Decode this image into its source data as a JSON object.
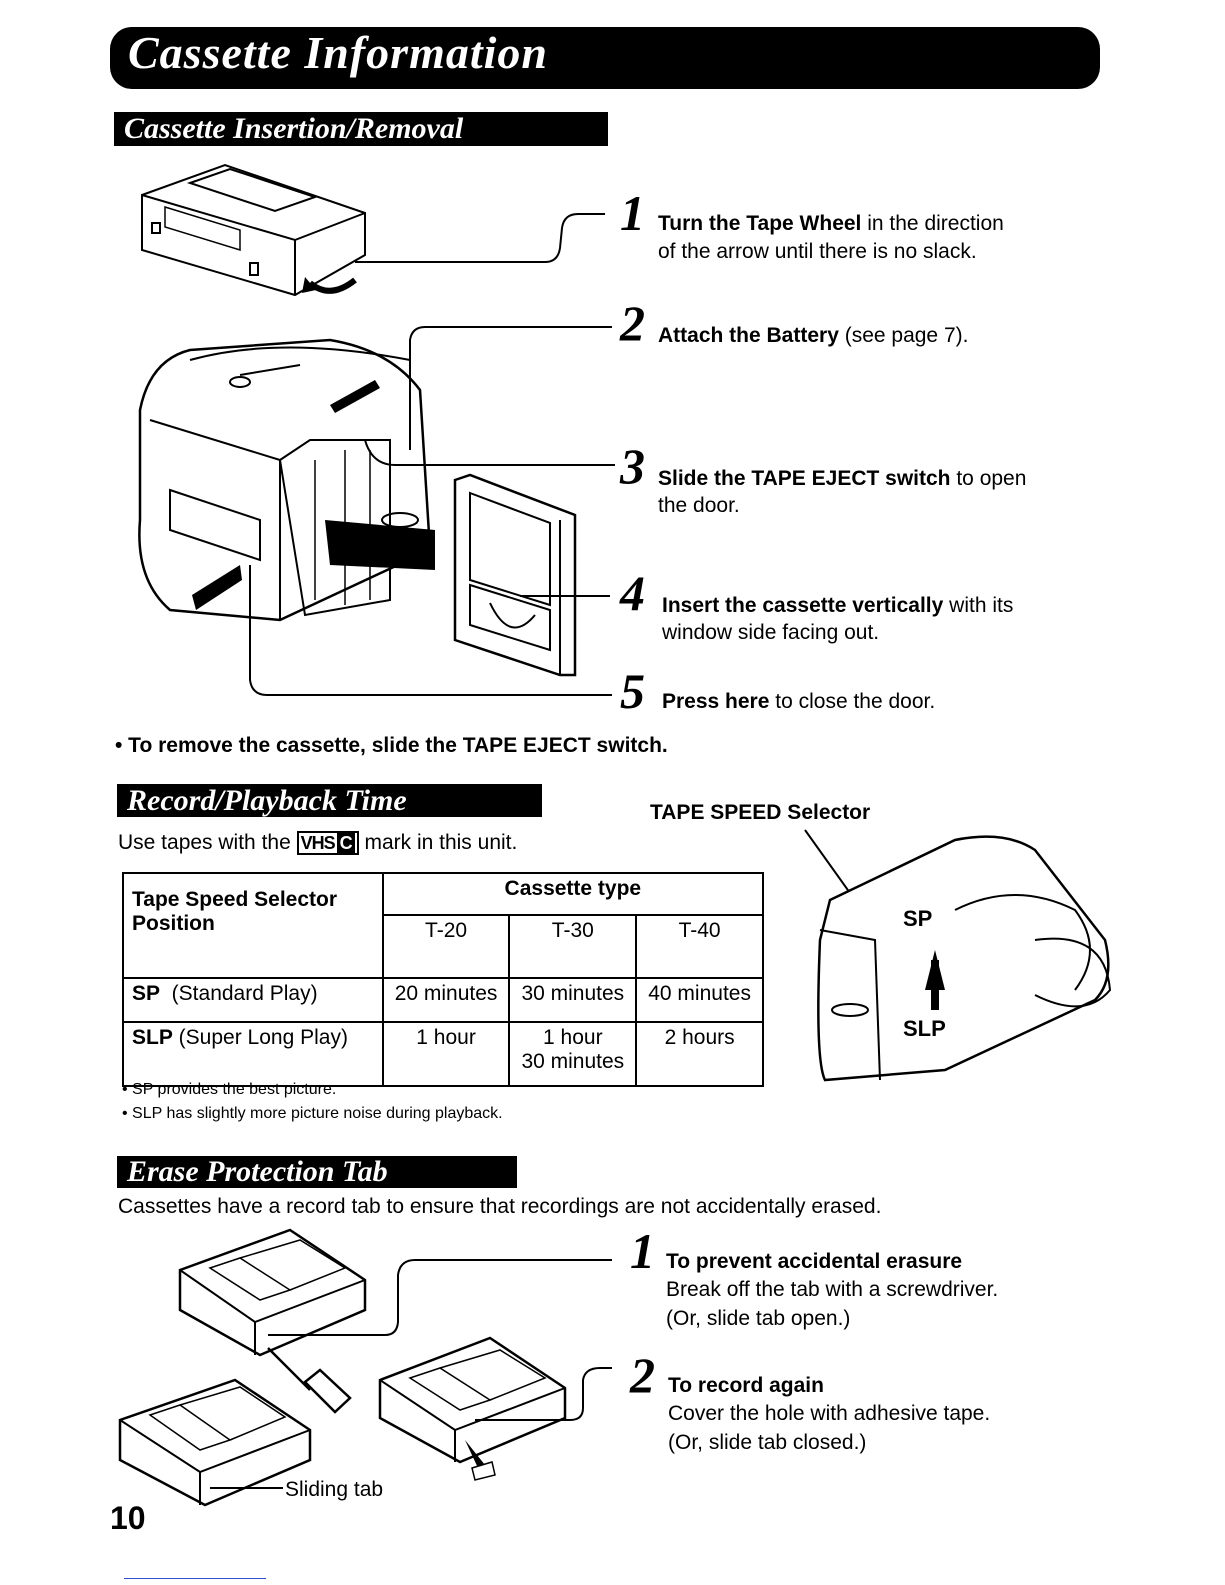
{
  "page": {
    "title": "Cassette Information",
    "page_number": "10"
  },
  "insertion": {
    "heading": "Cassette Insertion/Removal",
    "steps": [
      {
        "num": "1",
        "bold": "Turn the Tape Wheel",
        "rest": " in the direction",
        "line2": "of the arrow until there is no slack."
      },
      {
        "num": "2",
        "bold": "Attach the Battery",
        "rest": " (see page 7).",
        "line2": ""
      },
      {
        "num": "3",
        "bold": "Slide the TAPE EJECT switch",
        "rest": " to open",
        "line2": "the door."
      },
      {
        "num": "4",
        "bold": "Insert the cassette vertically",
        "rest": " with its",
        "line2": "window side facing out."
      },
      {
        "num": "5",
        "bold": "Press here",
        "rest": " to close the door.",
        "line2": ""
      }
    ],
    "remove_note": "• To remove the cassette, slide the TAPE EJECT switch."
  },
  "record": {
    "heading": "Record/Playback Time",
    "use_tapes_prefix": "Use tapes with the ",
    "vhsc_mark": "VHS",
    "vhsc_c": "C",
    "use_tapes_suffix": " mark in this unit.",
    "selector_label": "TAPE SPEED Selector",
    "selector_sp": "SP",
    "selector_slp": "SLP",
    "table": {
      "header_left": "Tape Speed Selector Position",
      "header_left_line1": "Tape Speed Selector",
      "header_left_line2": "Position",
      "header_group": "Cassette type",
      "columns": [
        "T-20",
        "T-30",
        "T-40"
      ],
      "rows": [
        {
          "code": "SP",
          "label": "  (Standard Play)",
          "values": [
            "20 minutes",
            "30 minutes",
            "40 minutes"
          ]
        },
        {
          "code": "SLP",
          "label": " (Super Long Play)",
          "values": [
            "1 hour",
            "1 hour 30 minutes",
            "2 hours"
          ],
          "values_line1": [
            "1 hour",
            "1 hour",
            "2 hours"
          ],
          "values_line2": [
            "",
            "30 minutes",
            ""
          ]
        }
      ]
    },
    "notes": [
      "• SP provides the best picture.",
      "• SLP has slightly more picture noise during playback."
    ]
  },
  "erase": {
    "heading": "Erase Protection Tab",
    "intro": "Cassettes have a record tab to ensure that recordings are not accidentally erased.",
    "steps": [
      {
        "num": "1",
        "title": "To prevent accidental erasure",
        "line1": "Break off the tab with a screwdriver.",
        "line2": "(Or, slide tab open.)"
      },
      {
        "num": "2",
        "title": "To record again",
        "line1": "Cover the hole with adhesive tape.",
        "line2": "(Or, slide tab closed.)"
      }
    ],
    "sliding_tab_label": "Sliding tab"
  }
}
